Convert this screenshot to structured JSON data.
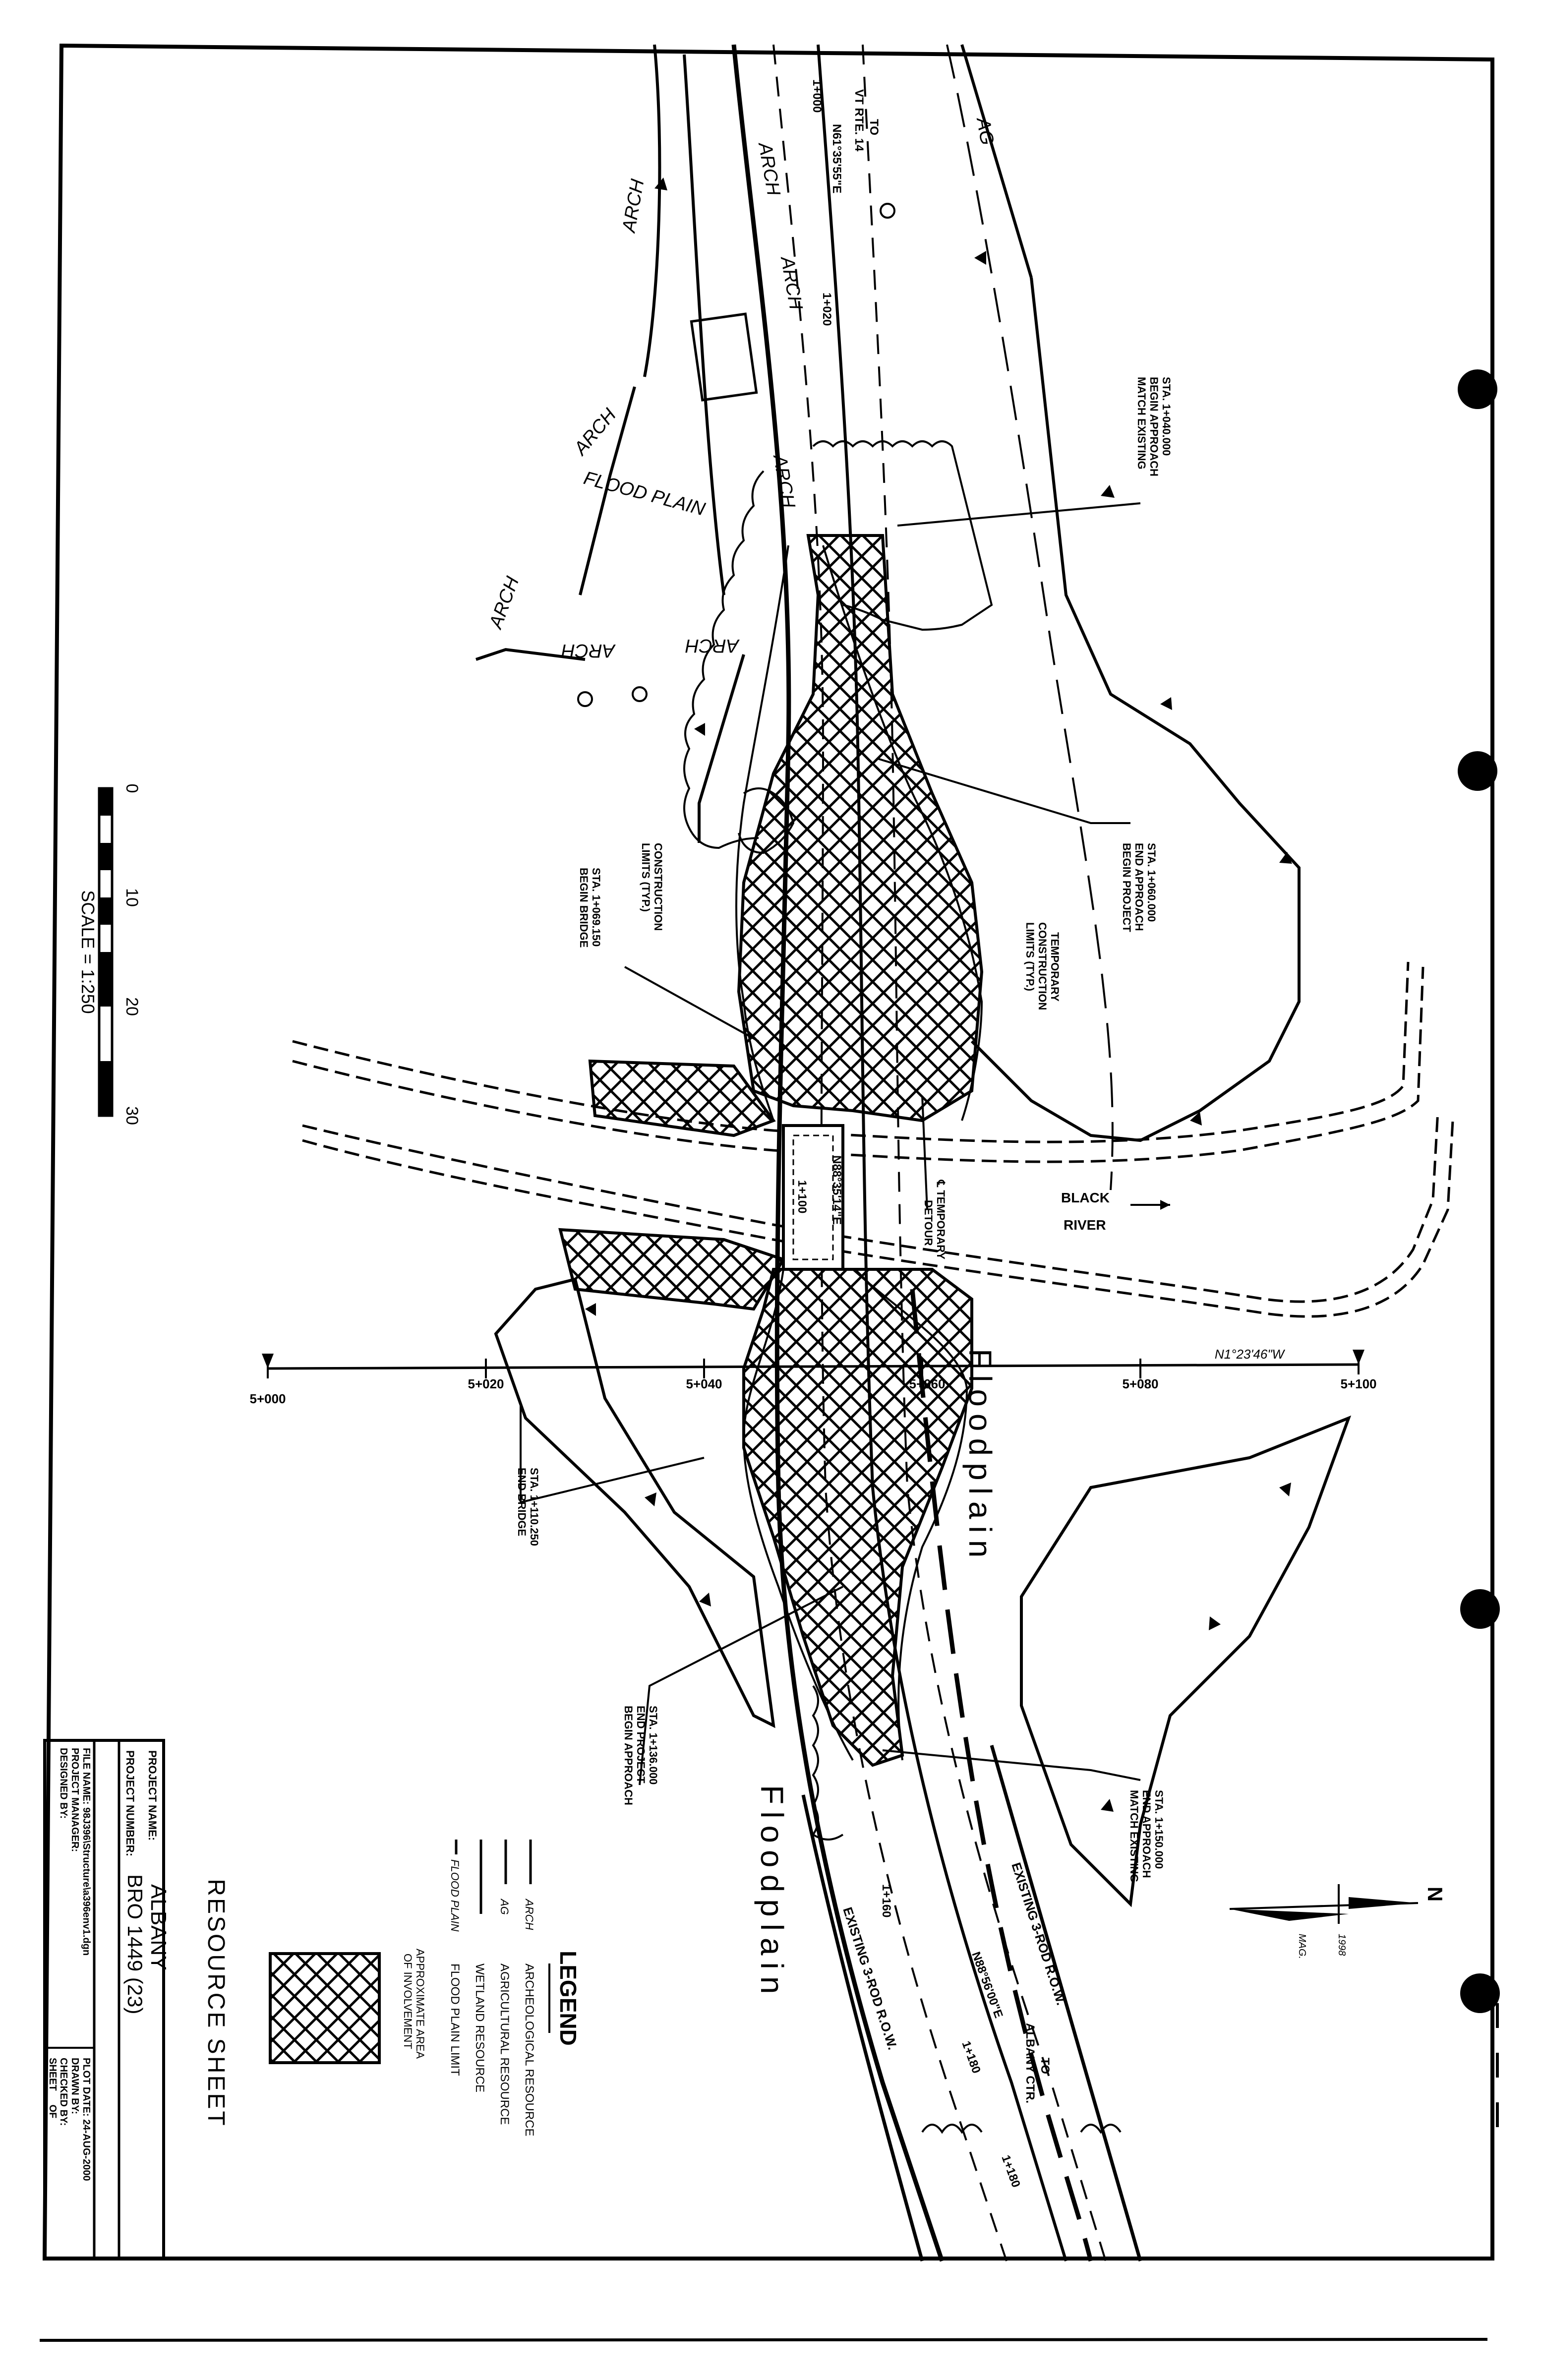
{
  "title_block": {
    "sheet_title": "RESOURCE SHEET",
    "project_name_label": "PROJECT NAME:",
    "project_name": "ALBANY",
    "project_number_label": "PROJECT NUMBER:",
    "project_number": "BRO 1449 (23)",
    "file_name": "FILE NAME: 98J396\\Structure\\a396env1.dgn",
    "project_manager": "PROJECT MANAGER:",
    "designed_by": "DESIGNED BY:",
    "plot_date": "PLOT DATE: 24-AUG-2000",
    "drawn_by": "DRAWN BY:",
    "checked_by": "CHECKED BY:",
    "sheet": "SHEET     OF"
  },
  "legend": {
    "title": "LEGEND",
    "items": [
      {
        "code": "ARCH",
        "text": "ARCHEOLOGICAL RESOURCE"
      },
      {
        "code": "AG",
        "text": "AGRICULTURAL RESOURCE"
      },
      {
        "code": "",
        "text": "WETLAND RESOURCE"
      },
      {
        "code": "FLOOD PLAIN",
        "text": "FLOOD PLAIN LIMIT"
      }
    ],
    "hatch_text_1": "APPROXIMATE AREA",
    "hatch_text_2": "OF INVOLVEMENT"
  },
  "scale_bar": {
    "label": "SCALE = 1:250",
    "ticks": [
      "0",
      "10",
      "20",
      "30"
    ]
  },
  "north_arrow": {
    "n": "N",
    "mag": "MAG.",
    "year": "1998"
  },
  "station_axis": {
    "bearing": "N1°23'46\"W",
    "ticks": [
      "5+000",
      "5+020",
      "5+040",
      "5+060",
      "5+080",
      "5+100"
    ]
  },
  "callouts": {
    "match_begin_1": "STA. 1+040.000",
    "match_begin_2": "BEGIN APPROACH",
    "match_begin_3": "MATCH EXISTING",
    "end_app_1": "STA. 1+060.000",
    "end_app_2": "END APPROACH",
    "end_app_3": "BEGIN PROJECT",
    "temp_1": "TEMPORARY",
    "temp_2": "CONSTRUCTION",
    "temp_3": "LIMITS (TYP.)",
    "constr_1": "CONSTRUCTION",
    "constr_2": "LIMITS (TYP.)",
    "begin_bridge_1": "STA. 1+069.150",
    "begin_bridge_2": "BEGIN BRIDGE",
    "end_bridge_1": "STA. 1+110.250",
    "end_bridge_2": "END BRIDGE",
    "end_proj_1": "STA. 1+136.000",
    "end_proj_2": "END PROJECT",
    "end_proj_3": "BEGIN APPROACH",
    "end_app2_1": "STA. 1+150.000",
    "end_app2_2": "END APPROACH",
    "end_app2_3": "MATCH EXISTING",
    "detour_1": "℄ TEMPORARY",
    "detour_2": "DETOUR",
    "river_1": "BLACK",
    "river_2": "RIVER",
    "to_vt_1": "TO",
    "to_vt_2": "VT RTE. 14",
    "to_albany_1": "TO",
    "to_albany_2": "ALBANY CTR.",
    "bearing_top": "N61°35'55\"E",
    "bearing_mid": "N88°35'14\"E",
    "bearing_bot": "N88°56'00\"E",
    "row_1": "EXISTING 3-ROD R.O.W.",
    "row_2": "EXISTING 3-ROD R.O.W.",
    "sta_1020": "1+020",
    "sta_1000": "1+000",
    "sta_1100": "1+100",
    "sta_1160": "1+160",
    "sta_1180": "1+180",
    "sta_1180b": "1+180"
  },
  "map_labels": {
    "arch": "ARCH",
    "ag": "AG",
    "flood_plain": "FLOOD PLAIN",
    "floodplain_1": "Floodplain",
    "floodplain_2": "Floodplain"
  }
}
